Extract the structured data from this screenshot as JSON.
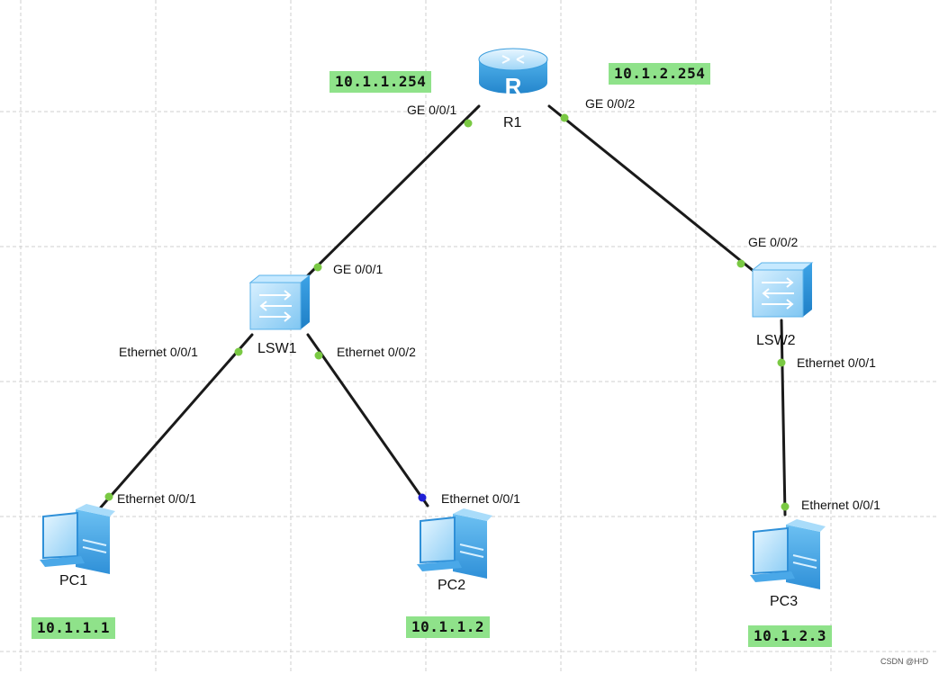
{
  "devices": {
    "r1": "R1",
    "lsw1": "LSW1",
    "lsw2": "LSW2",
    "pc1": "PC1",
    "pc2": "PC2",
    "pc3": "PC3"
  },
  "ip_labels": {
    "r1_ge001": "10.1.1.254",
    "r1_ge002": "10.1.2.254",
    "pc1": "10.1.1.1",
    "pc2": "10.1.1.2",
    "pc3": "10.1.2.3"
  },
  "ports": {
    "r1_ge001": "GE 0/0/1",
    "r1_ge002": "GE 0/0/2",
    "lsw1_ge001": "GE 0/0/1",
    "lsw1_eth001": "Ethernet 0/0/1",
    "lsw1_eth002": "Ethernet 0/0/2",
    "lsw2_ge002": "GE 0/0/2",
    "lsw2_eth001": "Ethernet 0/0/1",
    "pc1_eth001": "Ethernet 0/0/1",
    "pc2_eth001": "Ethernet 0/0/1",
    "pc3_eth001": "Ethernet 0/0/1"
  },
  "colors": {
    "ip_box": "#8fe28a",
    "port_up": "#7ac943",
    "port_pc2": "#1f1fd6",
    "link": "#1a1a1a",
    "grid": "#cfcfcf",
    "device_light": "#bfe6ff",
    "device_mid": "#5bb8f0",
    "device_dark": "#2a8fd6"
  },
  "watermark": "CSDN @H²D"
}
